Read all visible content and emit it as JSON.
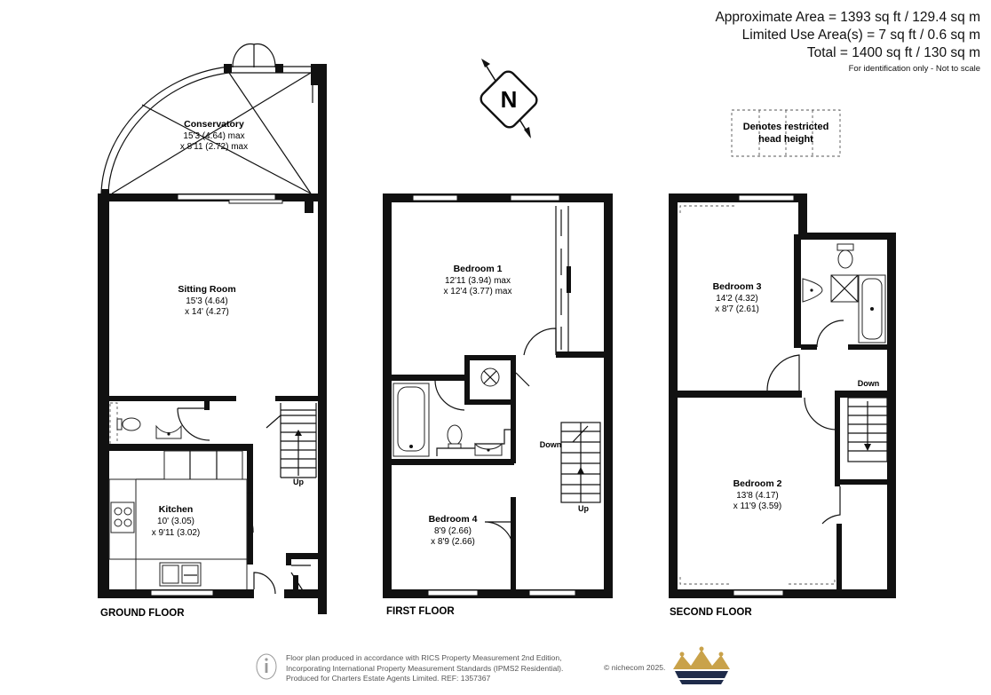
{
  "area": {
    "approx": "Approximate Area = 1393 sq ft / 129.4 sq m",
    "limited": "Limited Use Area(s) = 7 sq ft / 0.6 sq m",
    "total": "Total = 1400 sq ft / 130 sq m",
    "note": "For identification only - Not to scale"
  },
  "compass": "N",
  "legend": {
    "line1": "Denotes restricted",
    "line2": "head height"
  },
  "rooms": {
    "conservatory": {
      "name": "Conservatory",
      "dim1": "15'3 (4.64) max",
      "dim2": "x 8'11 (2.72) max"
    },
    "sitting": {
      "name": "Sitting Room",
      "dim1": "15'3 (4.64)",
      "dim2": "x 14' (4.27)"
    },
    "kitchen": {
      "name": "Kitchen",
      "dim1": "10' (3.05)",
      "dim2": "x 9'11 (3.02)"
    },
    "bed1": {
      "name": "Bedroom 1",
      "dim1": "12'11 (3.94) max",
      "dim2": "x 12'4 (3.77) max"
    },
    "bed4": {
      "name": "Bedroom 4",
      "dim1": "8'9 (2.66)",
      "dim2": "x 8'9 (2.66)"
    },
    "bed3": {
      "name": "Bedroom 3",
      "dim1": "14'2 (4.32)",
      "dim2": "x 8'7 (2.61)"
    },
    "bed2": {
      "name": "Bedroom 2",
      "dim1": "13'8 (4.17)",
      "dim2": "x 11'9 (3.59)"
    }
  },
  "stairs": {
    "ground_up": "Up",
    "first_down": "Down",
    "first_up": "Up",
    "second_down": "Down"
  },
  "floors": {
    "ground": "GROUND FLOOR",
    "first": "FIRST FLOOR",
    "second": "SECOND FLOOR"
  },
  "footer": {
    "line1": "Floor plan produced in accordance with RICS Property Measurement 2nd Edition,",
    "line2": "Incorporating International Property Measurement Standards (IPMS2 Residential).",
    "line3": "Produced for Charters Estate Agents Limited.   REF: 1357367",
    "copyright": "© nichecom 2025."
  }
}
